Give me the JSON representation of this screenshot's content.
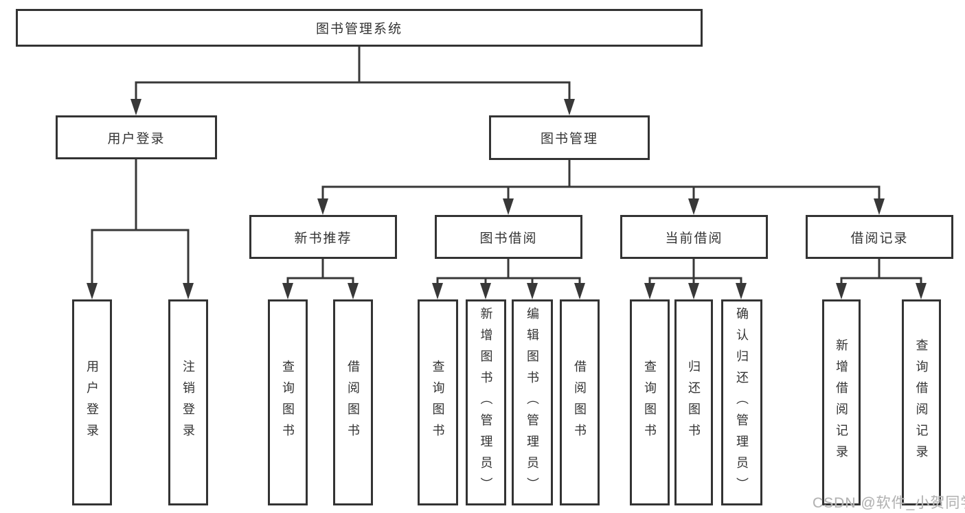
{
  "colors": {
    "background": "#ffffff",
    "box_border": "#333333",
    "line": "#383838",
    "text": "#333333",
    "watermark": "#b2b2b2"
  },
  "nodes": {
    "root": "图书管理系统",
    "user_login": "用户登录",
    "book_mgmt": "图书管理",
    "new_book_rec": "新书推荐",
    "book_borrow": "图书借阅",
    "current_borrow": "当前借阅",
    "borrow_records": "借阅记录",
    "leaf_user_login": "用户登录",
    "leaf_logout": "注销登录",
    "leaf_nb_query": "查询图书",
    "leaf_nb_borrow": "借阅图书",
    "leaf_bb_query": "查询图书",
    "leaf_bb_add": "新增图书（管理员）",
    "leaf_bb_edit": "编辑图书（管理员）",
    "leaf_bb_borrow": "借阅图书",
    "leaf_cb_query": "查询图书",
    "leaf_cb_return": "归还图书",
    "leaf_cb_confirm": "确认归还（管理员）",
    "leaf_br_add": "新增借阅记录",
    "leaf_br_query": "查询借阅记录"
  },
  "hierarchy": {
    "图书管理系统": {
      "用户登录": [
        "用户登录",
        "注销登录"
      ],
      "图书管理": {
        "新书推荐": [
          "查询图书",
          "借阅图书"
        ],
        "图书借阅": [
          "查询图书",
          "新增图书（管理员）",
          "编辑图书（管理员）",
          "借阅图书"
        ],
        "当前借阅": [
          "查询图书",
          "归还图书",
          "确认归还（管理员）"
        ],
        "借阅记录": [
          "新增借阅记录",
          "查询借阅记录"
        ]
      }
    }
  },
  "watermark": {
    "text": "CSDN @软件_小贺同学"
  }
}
